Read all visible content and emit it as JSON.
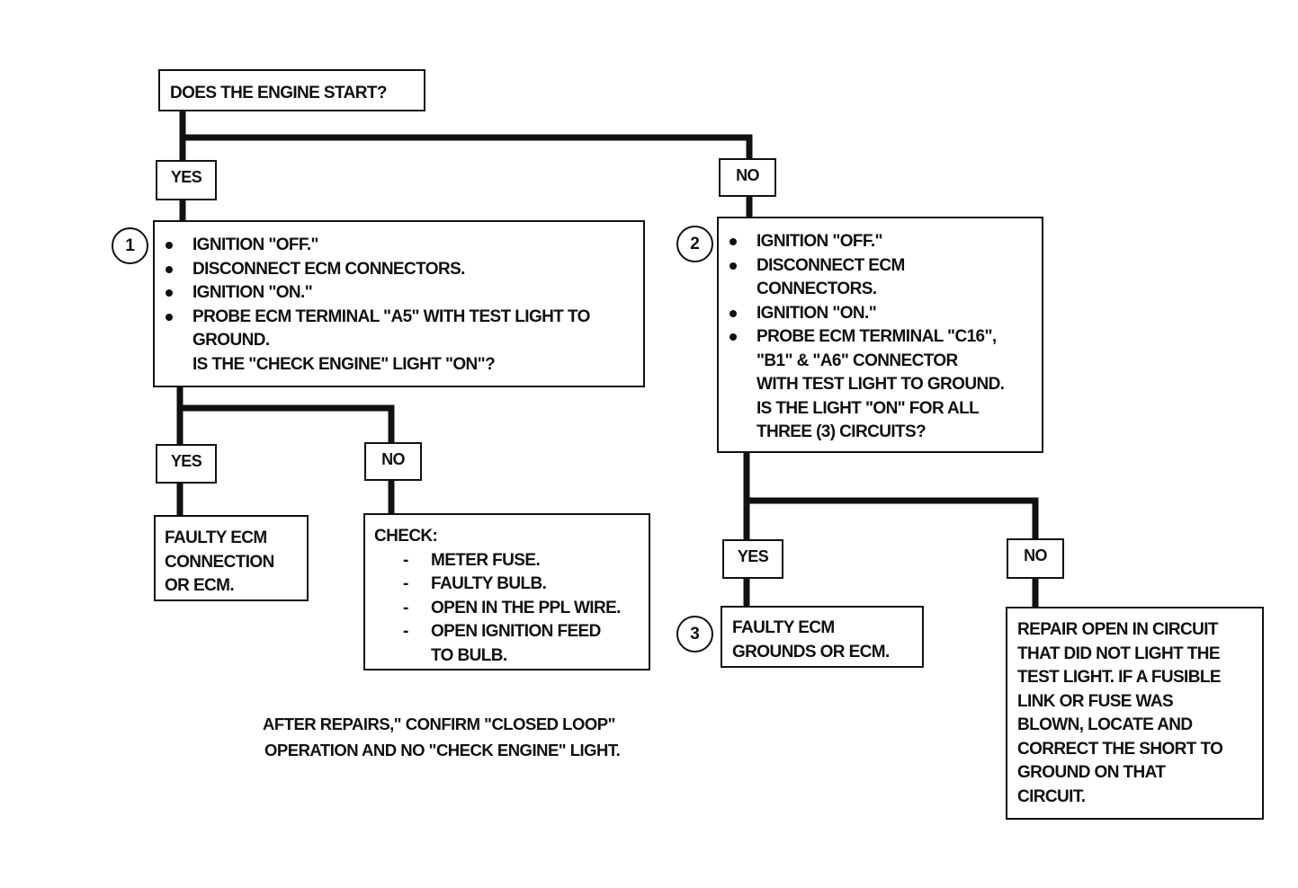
{
  "start": {
    "question": "DOES THE ENGINE START?"
  },
  "labels": {
    "yes": "YES",
    "no": "NO"
  },
  "step1": {
    "number": "1",
    "bullets": [
      "IGNITION \"OFF.\"",
      "DISCONNECT ECM CONNECTORS.",
      "IGNITION \"ON.\"",
      "PROBE ECM TERMINAL \"A5\" WITH TEST LIGHT TO"
    ],
    "continuation": "GROUND.",
    "question": "IS THE \"CHECK ENGINE\" LIGHT \"ON\"?"
  },
  "step2": {
    "number": "2",
    "bullets": [
      "IGNITION \"OFF.\"",
      "DISCONNECT ECM",
      "IGNITION \"ON.\"",
      "PROBE ECM TERMINAL \"C16\","
    ],
    "continuation_1": "CONNECTORS.",
    "continuation_2": [
      "\"B1\" & \"A6\" CONNECTOR",
      "WITH TEST LIGHT TO GROUND.",
      "IS THE LIGHT \"ON\" FOR ALL",
      "THREE (3) CIRCUITS?"
    ]
  },
  "result_faulty_connection": {
    "lines": [
      "FAULTY ECM",
      "CONNECTION",
      "OR ECM."
    ]
  },
  "result_check": {
    "title": "CHECK:",
    "items": [
      "METER FUSE.",
      "FAULTY BULB.",
      "OPEN IN THE PPL WIRE.",
      "OPEN IGNITION FEED"
    ],
    "continuation": "TO BULB."
  },
  "step3": {
    "number": "3",
    "lines": [
      "FAULTY ECM",
      "GROUNDS OR ECM."
    ]
  },
  "result_repair": {
    "lines": [
      "REPAIR OPEN IN CIRCUIT",
      "THAT DID NOT LIGHT THE",
      "TEST LIGHT.  IF A FUSIBLE",
      "LINK OR FUSE WAS",
      "BLOWN, LOCATE AND",
      "CORRECT THE SHORT TO",
      "GROUND ON THAT",
      "CIRCUIT."
    ]
  },
  "footer": {
    "line1": "AFTER REPAIRS,\" CONFIRM \"CLOSED LOOP\"",
    "line2": "OPERATION AND NO \"CHECK ENGINE\" LIGHT."
  }
}
